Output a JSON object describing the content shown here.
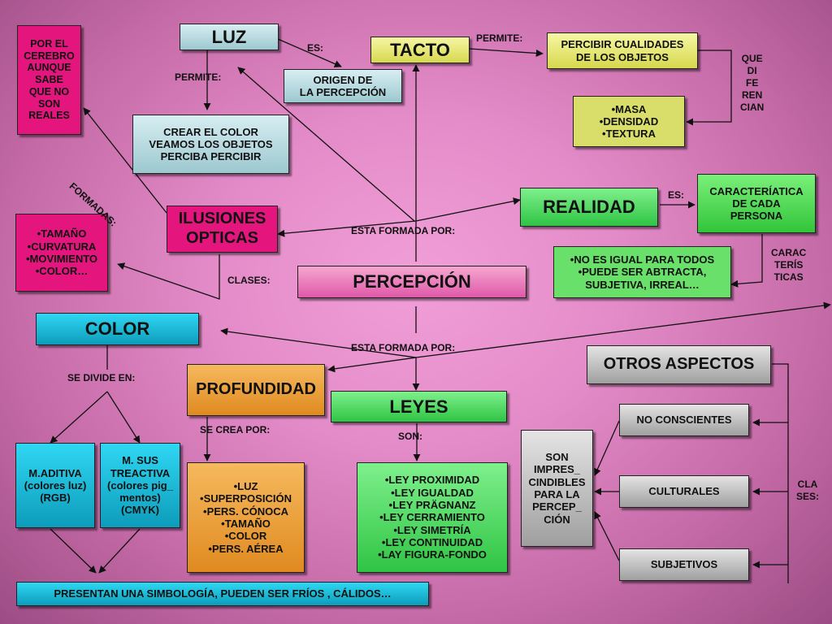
{
  "nodes": {
    "luz": "LUZ",
    "tacto": "TACTO",
    "percibir_cualidades": "PERCIBIR CUALIDADES\nDE LOS OBJETOS",
    "origen": "ORIGEN DE\nLA PERCEPCIÓN",
    "masa_list": "•MASA\n•DENSIDAD\n•TEXTURA",
    "crear_color": "CREAR EL COLOR\nVEAMOS LOS OBJETOS\nPERCIBA PERCIBIR",
    "por_el_cerebro": "POR EL\nCEREBRO\nAUNQUE\nSABE\nQUE NO\nSON\nREALES",
    "realidad": "REALIDAD",
    "caracteristica": "CARACTERÍATICA\nDE CADA\nPERSONA",
    "ilusiones": "ILUSIONES\nOPTICAS",
    "tamano_list": "•TAMAÑO\n•CURVATURA\n•MOVIMIENTO\n•COLOR…",
    "no_es_igual": "•NO ES IGUAL PARA TODOS\n•PUEDE SER ABTRACTA,\nSUBJETIVA, IRREAL…",
    "percepcion": "PERCEPCIÓN",
    "color": "COLOR",
    "otros": "OTROS ASPECTOS",
    "profundidad": "PROFUNDIDAD",
    "leyes": "LEYES",
    "no_conscientes": "NO CONSCIENTES",
    "son_impres": "SON\nIMPRES_\nCINDIBLES\nPARA LA\nPERCEP_\nCIÓN",
    "culturales": "CULTURALES",
    "subjetivos": "SUBJETIVOS",
    "m_aditiva": "M.ADITIVA\n(colores luz)\n(RGB)",
    "m_sustractiva": "M. SUS\nTREACTIVA\n(colores pig_\nmentos)\n(CMYK)",
    "luz_list": "•LUZ\n•SUPERPOSICIÓN\n•PERS. CÓNOCA\n•TAMAÑO\n•COLOR\n•PERS. AÉREA",
    "leyes_list": "•LEY PROXIMIDAD\n•LEY IGUALDAD\n•LEY PRÄGNANZ\n•LEY CERRAMIENTO\n•LEY SIMETRÍA\n•LEY CONTINUIDAD\n•LAY FIGURA-FONDO",
    "presentan": "PRESENTAN UNA SIMBOLOGÍA, PUEDEN SER FRÍOS , CÁLIDOS…"
  },
  "labels": {
    "es_luz": "ES:",
    "permite_tacto": "PERMITE:",
    "permite_luz": "PERMITE:",
    "que_difieren": "QUE\nDI\nFE\nREN\nCIAN",
    "formadas": "FORMADAS:",
    "es_realidad": "ES:",
    "esta_formada_1": "ESTA FORMADA POR:",
    "clases_ilusiones": "CLASES:",
    "caracteristicas": "CARAC\nTERÍS\nTICAS",
    "esta_formada_2": "ESTA FORMADA POR:",
    "se_divide": "SE DIVIDE EN:",
    "se_crea": "SE CREA POR:",
    "son": "SON:",
    "clases_otros": "CLA\nSES:"
  }
}
